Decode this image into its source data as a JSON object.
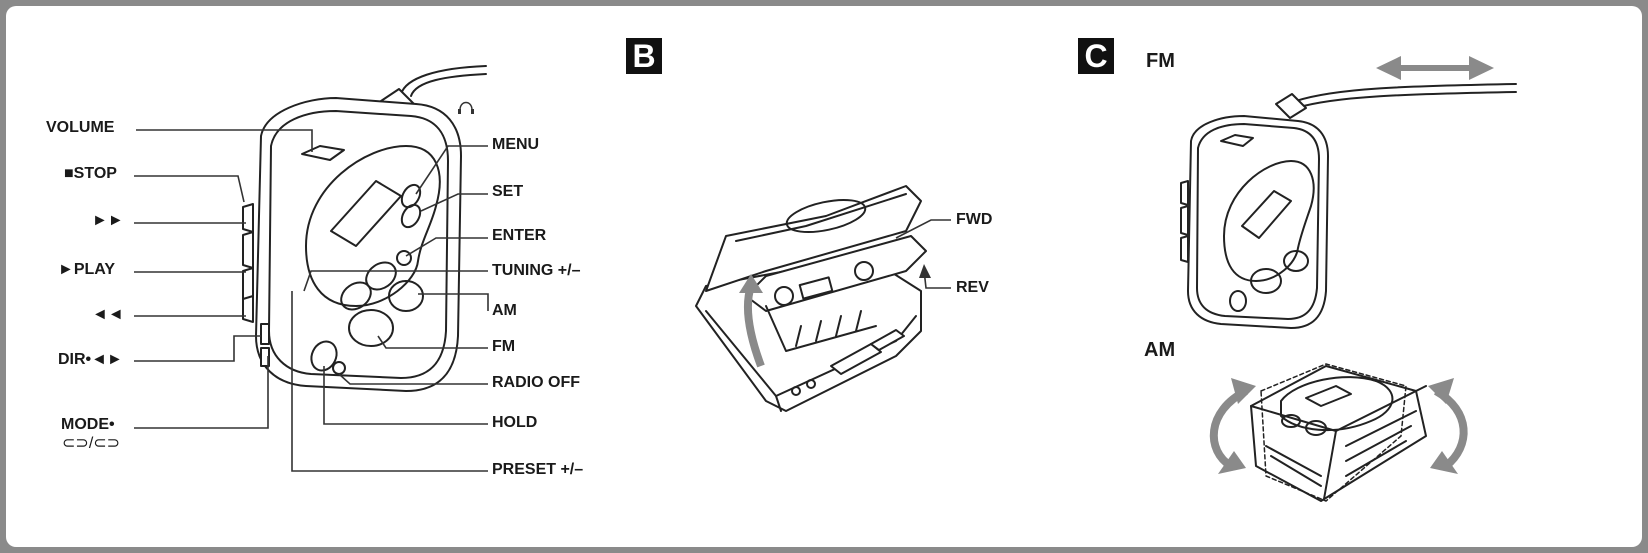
{
  "panel_a": {
    "left_labels": {
      "volume": "VOLUME",
      "stop": "■STOP",
      "ff": "►►",
      "play": "►PLAY",
      "rew": "◄◄",
      "dir": "DIR•◄►",
      "mode": "MODE•",
      "mode_icons": "⊂⊃/⊂⊃"
    },
    "right_labels": {
      "menu": "MENU",
      "set": "SET",
      "enter": "ENTER",
      "tuning": "TUNING +/–",
      "am": "AM",
      "fm": "FM",
      "radio_off": "RADIO OFF",
      "hold": "HOLD",
      "preset": "PRESET +/–"
    },
    "headphone_icon": "headphone-icon"
  },
  "panel_b": {
    "badge": "B",
    "labels": {
      "fwd": "FWD",
      "rev": "REV"
    }
  },
  "panel_c": {
    "badge": "C",
    "fm_label": "FM",
    "am_label": "AM"
  },
  "colors": {
    "border": "#8a8a8a",
    "ink": "#1a1a1a",
    "arrow": "#888888"
  }
}
